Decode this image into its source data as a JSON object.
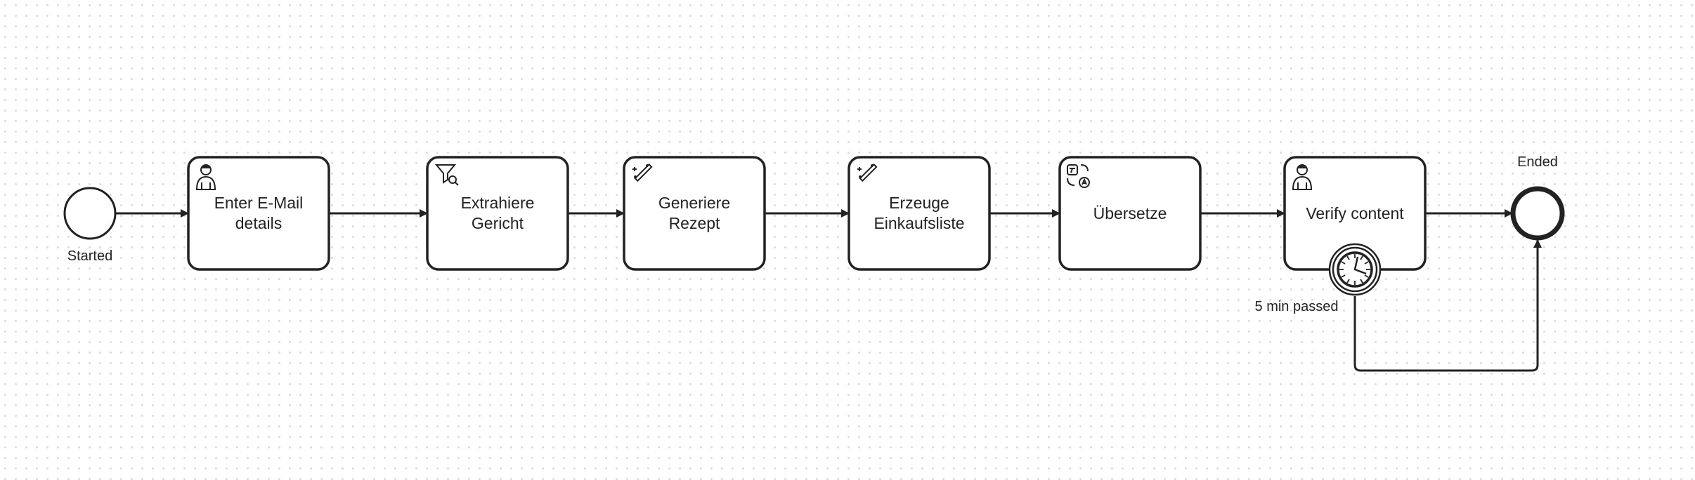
{
  "diagram": {
    "start_event": {
      "label": "Started"
    },
    "tasks": [
      {
        "id": "t1",
        "label": "Enter E-Mail details",
        "task_type": "user-task",
        "icon": "user-icon"
      },
      {
        "id": "t2",
        "label": "Extrahiere Gericht",
        "task_type": "filter-task",
        "icon": "funnel-search-icon"
      },
      {
        "id": "t3",
        "label": "Generiere Rezept",
        "task_type": "ai-task",
        "icon": "magic-wand-icon"
      },
      {
        "id": "t4",
        "label": "Erzeuge Einkaufsliste",
        "task_type": "ai-task",
        "icon": "magic-wand-icon"
      },
      {
        "id": "t5",
        "label": "Übersetze",
        "task_type": "translate-task",
        "icon": "translate-icon"
      },
      {
        "id": "t6",
        "label": "Verify content",
        "task_type": "user-task",
        "icon": "user-icon"
      }
    ],
    "boundary_event": {
      "label": "5 min passed",
      "type": "timer",
      "icon": "clock-icon",
      "attached_to": "t6"
    },
    "end_event": {
      "label": "Ended"
    },
    "colors": {
      "stroke": "#222222",
      "canvas": "#ffffff",
      "grid_dot": "#dcdcdc"
    }
  }
}
